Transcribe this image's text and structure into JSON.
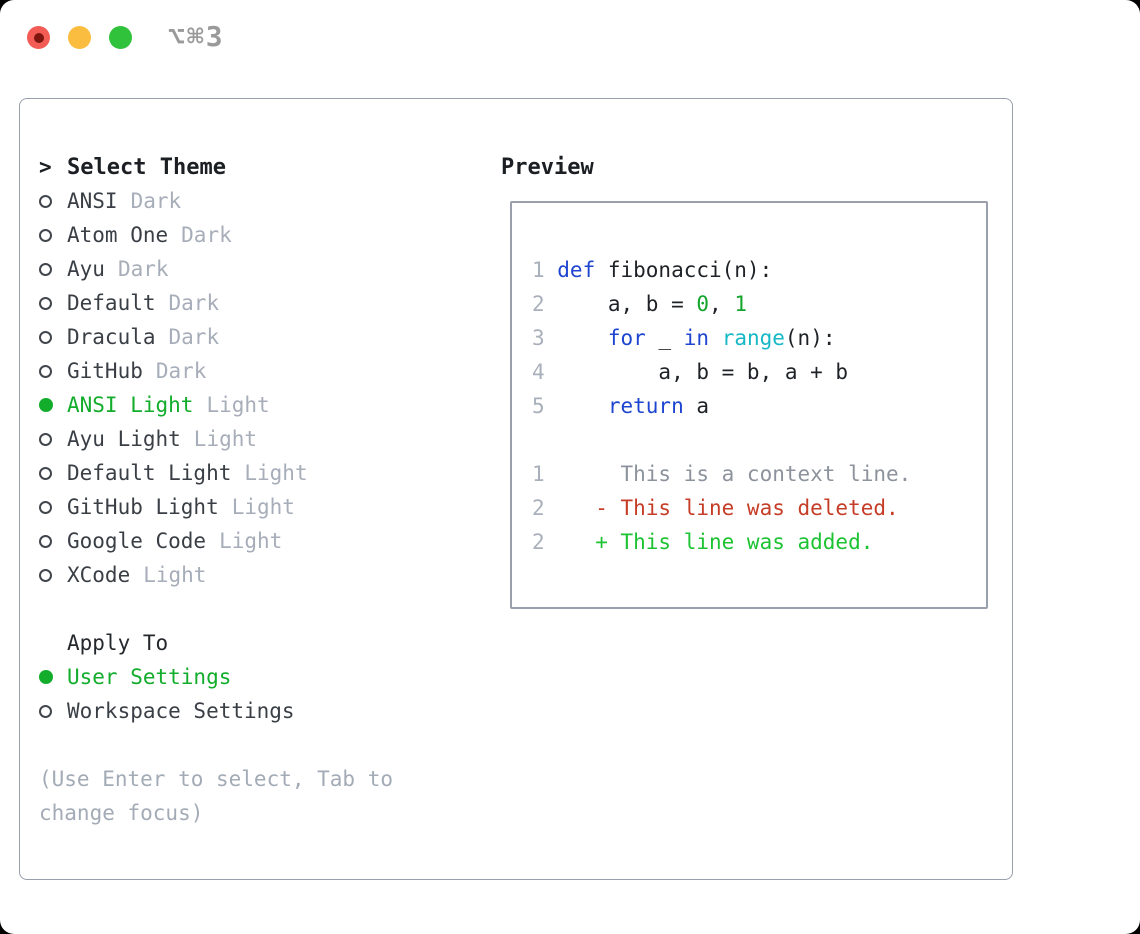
{
  "titlebar": {
    "shortcut_label": "⌥⌘3",
    "traffic_lights": [
      "close",
      "minimize",
      "zoom"
    ]
  },
  "theme_picker": {
    "prompt": ">",
    "title": "Select Theme",
    "items": [
      {
        "label": "ANSI",
        "tag": "Dark",
        "selected": false
      },
      {
        "label": "Atom One",
        "tag": "Dark",
        "selected": false
      },
      {
        "label": "Ayu",
        "tag": "Dark",
        "selected": false
      },
      {
        "label": "Default",
        "tag": "Dark",
        "selected": false
      },
      {
        "label": "Dracula",
        "tag": "Dark",
        "selected": false
      },
      {
        "label": "GitHub",
        "tag": "Dark",
        "selected": false
      },
      {
        "label": "ANSI Light",
        "tag": "Light",
        "selected": true
      },
      {
        "label": "Ayu Light",
        "tag": "Light",
        "selected": false
      },
      {
        "label": "Default Light",
        "tag": "Light",
        "selected": false
      },
      {
        "label": "GitHub Light",
        "tag": "Light",
        "selected": false
      },
      {
        "label": "Google Code",
        "tag": "Light",
        "selected": false
      },
      {
        "label": "XCode",
        "tag": "Light",
        "selected": false
      }
    ]
  },
  "apply_to": {
    "title": "Apply To",
    "options": [
      {
        "label": "User Settings",
        "selected": true
      },
      {
        "label": "Workspace Settings",
        "selected": false
      }
    ]
  },
  "hint": "(Use Enter to select, Tab to change focus)",
  "preview": {
    "title": "Preview",
    "code_lines": [
      {
        "num": "1",
        "segments": [
          {
            "t": "def",
            "c": "kw"
          },
          {
            "t": " fibonacci(n):",
            "c": "plain"
          }
        ]
      },
      {
        "num": "2",
        "segments": [
          {
            "t": "    a, b = ",
            "c": "plain"
          },
          {
            "t": "0",
            "c": "num"
          },
          {
            "t": ", ",
            "c": "plain"
          },
          {
            "t": "1",
            "c": "num"
          }
        ]
      },
      {
        "num": "3",
        "segments": [
          {
            "t": "    ",
            "c": "plain"
          },
          {
            "t": "for",
            "c": "kw"
          },
          {
            "t": " _ ",
            "c": "plain"
          },
          {
            "t": "in",
            "c": "kw"
          },
          {
            "t": " ",
            "c": "plain"
          },
          {
            "t": "range",
            "c": "builtin"
          },
          {
            "t": "(n):",
            "c": "plain"
          }
        ]
      },
      {
        "num": "4",
        "segments": [
          {
            "t": "        a, b = b, a + b",
            "c": "plain"
          }
        ]
      },
      {
        "num": "5",
        "segments": [
          {
            "t": "    ",
            "c": "plain"
          },
          {
            "t": "return",
            "c": "kw"
          },
          {
            "t": " a",
            "c": "plain"
          }
        ]
      },
      {
        "num": "",
        "segments": []
      },
      {
        "num": "1",
        "segments": [
          {
            "t": "     This is a context line.",
            "c": "context"
          }
        ]
      },
      {
        "num": "2",
        "segments": [
          {
            "t": "   - This line was deleted.",
            "c": "deleted"
          }
        ]
      },
      {
        "num": "2",
        "segments": [
          {
            "t": "   + This line was added.",
            "c": "added"
          }
        ]
      }
    ]
  },
  "colors": {
    "selected_green": "#12ad2b",
    "keyword_blue": "#1e45d0",
    "builtin_cyan": "#16b8c6",
    "literal_green": "#13a52c",
    "diff_added_green": "#1dc333",
    "diff_deleted_red": "#c63d27",
    "context_gray": "#8d939c",
    "tag_gray": "#a7aeb9",
    "hint_gray": "#a3abb6",
    "border_gray": "#99a0ab",
    "traffic_red": "#f25c55",
    "traffic_yellow": "#fbbd40",
    "traffic_green": "#30c23b"
  }
}
